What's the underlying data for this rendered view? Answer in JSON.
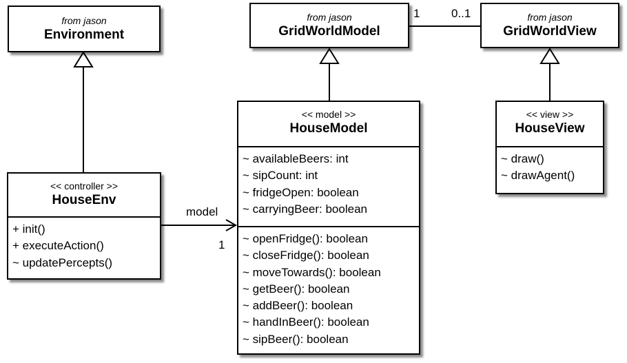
{
  "classes": {
    "environment": {
      "stereotype": "from jason",
      "name": "Environment"
    },
    "gridworldmodel": {
      "stereotype": "from jason",
      "name": "GridWorldModel"
    },
    "gridworldview": {
      "stereotype": "from jason",
      "name": "GridWorldView"
    },
    "houseenv": {
      "stereotype": "<< controller >>",
      "name": "HouseEnv",
      "methods": [
        "+ init()",
        "+ executeAction()",
        "~ updatePercepts()"
      ]
    },
    "housemodel": {
      "stereotype": "<< model >>",
      "name": "HouseModel",
      "attributes": [
        "~ availableBeers: int",
        "~ sipCount: int",
        "~ fridgeOpen: boolean",
        "~ carryingBeer: boolean"
      ],
      "methods": [
        "~ openFridge(): boolean",
        "~ closeFridge(): boolean",
        "~ moveTowards(): boolean",
        "~ getBeer(): boolean",
        "~ addBeer(): boolean",
        "~ handInBeer(): boolean",
        "~ sipBeer(): boolean"
      ]
    },
    "houseview": {
      "stereotype": "<< view >>",
      "name": "HouseView",
      "methods": [
        "~ draw()",
        "~ drawAgent()"
      ]
    }
  },
  "relations": {
    "model_gridview": {
      "source_multiplicity": "1",
      "target_multiplicity": "0..1"
    },
    "env_model": {
      "role": "model",
      "multiplicity": "1"
    }
  }
}
